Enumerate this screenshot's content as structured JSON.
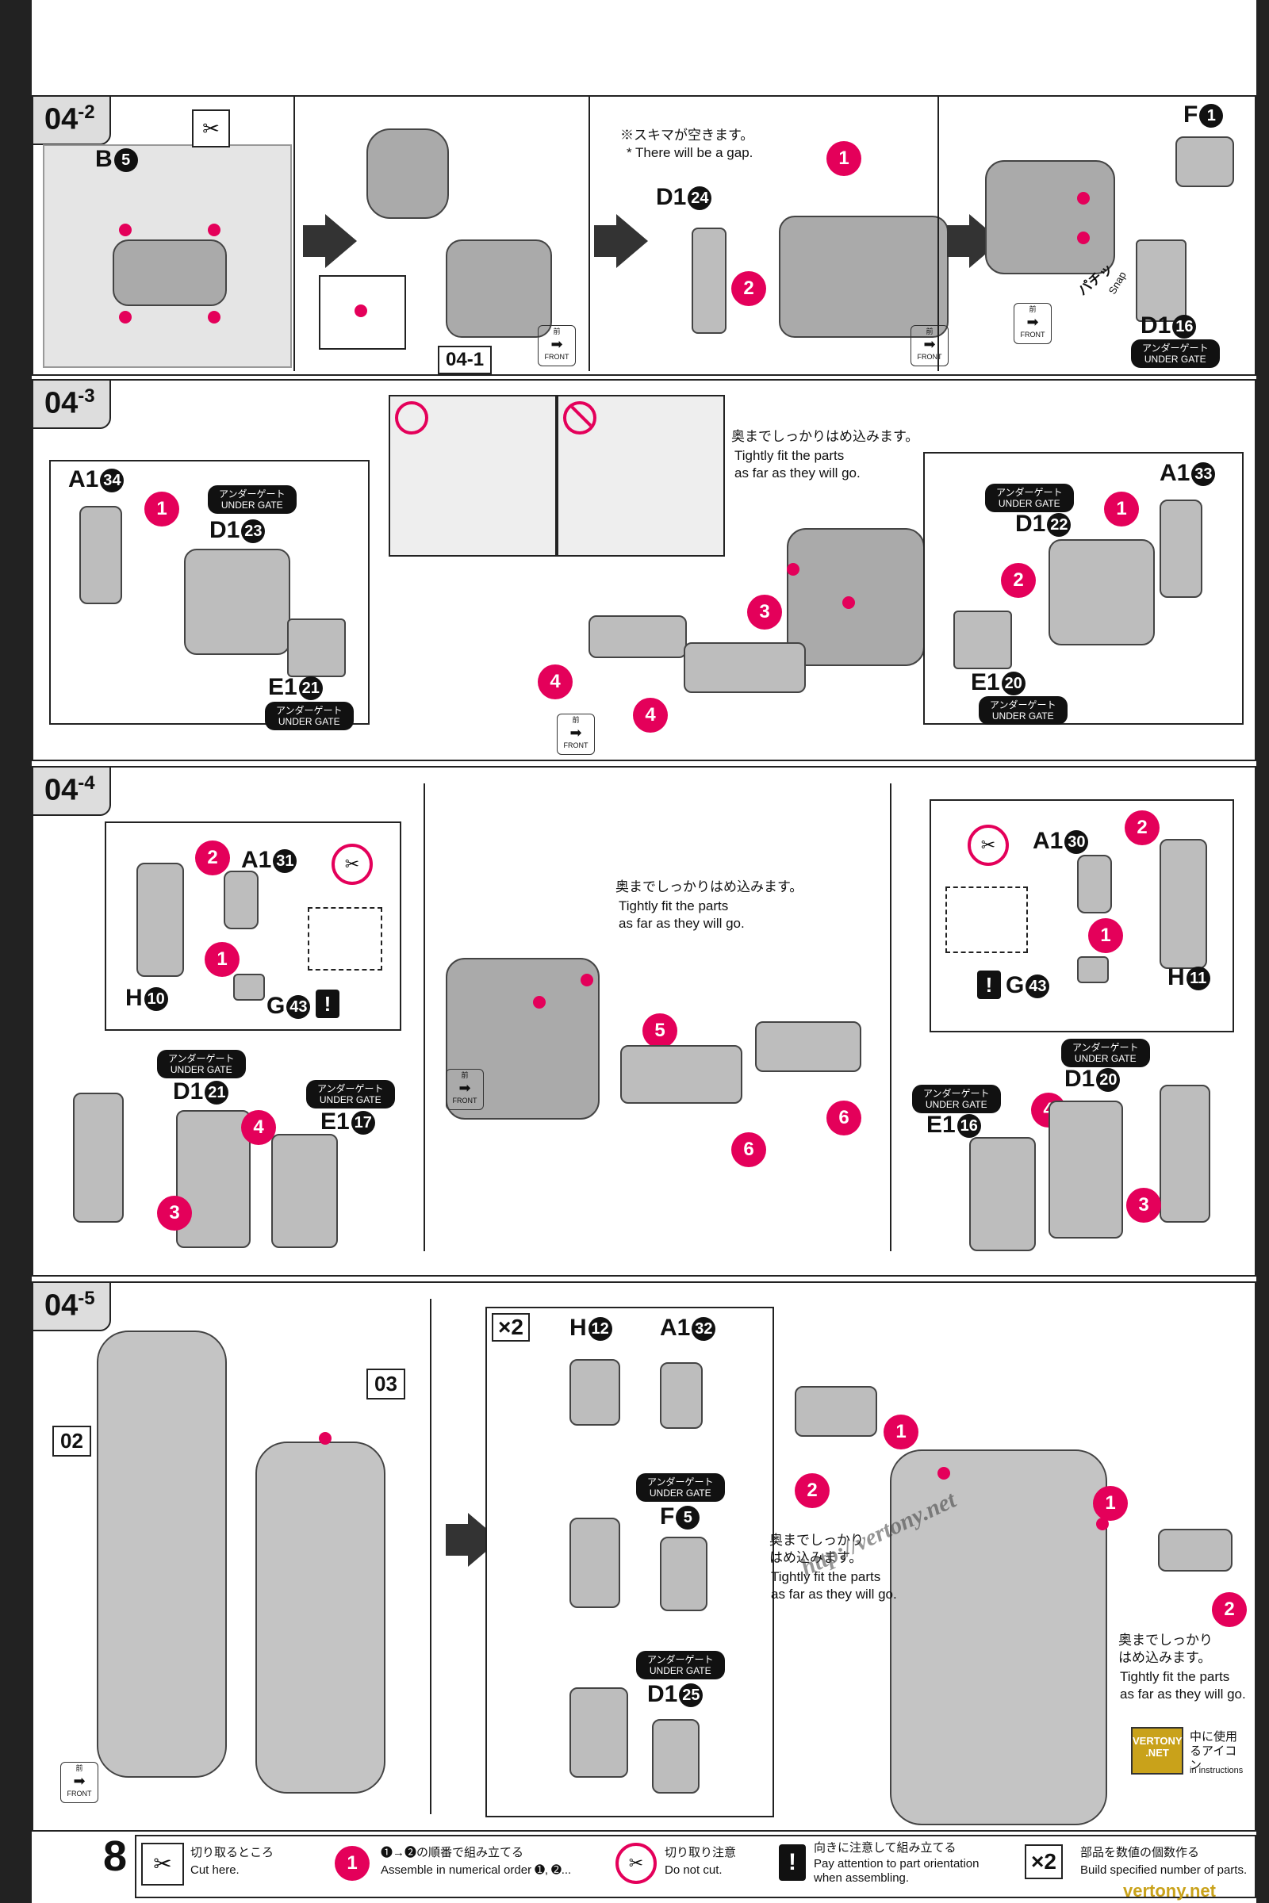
{
  "page_number": "8",
  "steps": {
    "s2": {
      "tag_main": "04",
      "tag_sub": "-2",
      "runner_label": "B",
      "runner_num": "5",
      "ref_label": "04-1",
      "gap_note_jp": "※スキマが空きます。",
      "gap_note_en": "* There will be a gap.",
      "d1_label": "D1",
      "d1_num": "24",
      "f_label": "F",
      "f_num": "1",
      "d1b_label": "D1",
      "d1b_num": "16",
      "snap_jp": "パチッ",
      "snap_en": "Snap",
      "under_gate_jp": "アンダーゲート",
      "under_gate_en": "UNDER GATE",
      "front_jp": "前",
      "front_en": "FRONT"
    },
    "s3": {
      "tag_main": "04",
      "tag_sub": "-3",
      "fit_jp": "奥までしっかりはめ込みます。",
      "fit_en_1": "Tightly fit the parts",
      "fit_en_2": "as far as they will go.",
      "a1_left": "A1",
      "a1_left_num": "34",
      "d1_left": "D1",
      "d1_left_num": "23",
      "e1_left": "E1",
      "e1_left_num": "21",
      "a1_right": "A1",
      "a1_right_num": "33",
      "d1_right": "D1",
      "d1_right_num": "22",
      "e1_right": "E1",
      "e1_right_num": "20"
    },
    "s4": {
      "tag_main": "04",
      "tag_sub": "-4",
      "a1_left": "A1",
      "a1_left_num": "31",
      "h_left": "H",
      "h_left_num": "10",
      "g_left": "G",
      "g_left_num": "43",
      "d1_left": "D1",
      "d1_left_num": "21",
      "e1_left": "E1",
      "e1_left_num": "17",
      "a1_right": "A1",
      "a1_right_num": "30",
      "h_right": "H",
      "h_right_num": "11",
      "g_right": "G",
      "g_right_num": "43",
      "d1_right": "D1",
      "d1_right_num": "20",
      "e1_right": "E1",
      "e1_right_num": "16"
    },
    "s5": {
      "tag_main": "04",
      "tag_sub": "-5",
      "ref_02": "02",
      "ref_03": "03",
      "times": "×2",
      "h_label": "H",
      "h_num": "12",
      "a1_label": "A1",
      "a1_num": "32",
      "f_label": "F",
      "f_num": "5",
      "d1_label": "D1",
      "d1_num": "25",
      "fit_jp_1": "奥までしっかり",
      "fit_jp_2": "はめ込みます。",
      "fit_en_1": "Tightly fit the parts",
      "fit_en_2": "as far as they will go."
    }
  },
  "legend": [
    {
      "jp": "切り取るところ",
      "en": "Cut here."
    },
    {
      "jp": "➊→➋の順番で組み立てる",
      "en": "Assemble in numerical order ➊, ➋..."
    },
    {
      "jp": "切り取り注意",
      "en": "Do not cut."
    },
    {
      "jp": "向きに注意して組み立てる",
      "en": "Pay attention to part orientation when assembling."
    },
    {
      "jp": "部品を数値の個数作る",
      "en": "Build specified number of parts."
    }
  ],
  "watermark": {
    "url": "http://vertony.net",
    "badge": "VERTONY .NET",
    "footer": "vertony.net",
    "side_jp": "中に使用るアイコン",
    "side_en": "in instructions"
  },
  "colors": {
    "accent": "#e4005a",
    "part": "#bdbdbd",
    "ink": "#222222"
  }
}
